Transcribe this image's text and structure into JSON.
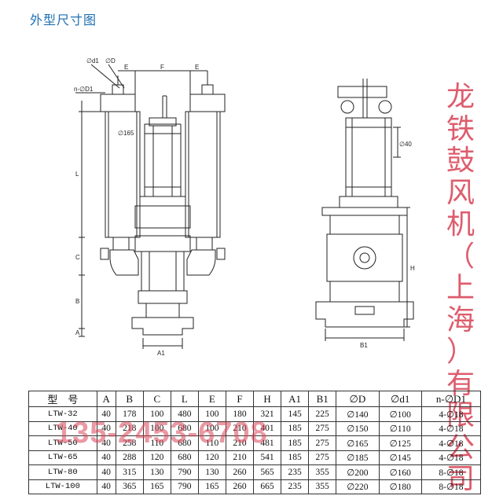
{
  "page_title": "外型尺寸图",
  "watermark": {
    "company_chars": [
      "龙",
      "铁",
      "鼓",
      "风",
      "机",
      "（",
      "上",
      "海",
      "）",
      "有",
      "限",
      "公",
      "司"
    ],
    "phone": "135-2453-6708",
    "color": "#d9475a"
  },
  "drawing_labels": {
    "d1": "∅d1",
    "D": "∅D",
    "n_D1": "n-∅D1",
    "E": "E",
    "F": "F",
    "L": "L",
    "C": "C",
    "B": "B",
    "A": "A",
    "A1": "A1",
    "B1": "B1",
    "H": "H",
    "dim_165": "∅165",
    "dim_side": "∅40"
  },
  "table": {
    "headers": [
      "型　号",
      "A",
      "B",
      "C",
      "L",
      "E",
      "F",
      "H",
      "A1",
      "B1",
      "∅D",
      "∅d1",
      "n-∅D1"
    ],
    "rows": [
      [
        "LTW-32",
        "40",
        "178",
        "100",
        "480",
        "100",
        "180",
        "321",
        "145",
        "225",
        "∅140",
        "∅100",
        "4-∅18"
      ],
      [
        "LTW-40",
        "40",
        "218",
        "100",
        "680",
        "100",
        "210",
        "401",
        "185",
        "275",
        "∅150",
        "∅110",
        "4-∅18"
      ],
      [
        "LTW-50",
        "40",
        "258",
        "110",
        "680",
        "110",
        "210",
        "481",
        "185",
        "275",
        "∅165",
        "∅125",
        "4-∅18"
      ],
      [
        "LTW-65",
        "40",
        "288",
        "120",
        "680",
        "120",
        "210",
        "541",
        "185",
        "275",
        "∅185",
        "∅145",
        "4-∅18"
      ],
      [
        "LTW-80",
        "40",
        "315",
        "130",
        "790",
        "130",
        "260",
        "565",
        "235",
        "355",
        "∅200",
        "∅160",
        "8-∅18"
      ],
      [
        "LTW-100",
        "40",
        "365",
        "165",
        "790",
        "165",
        "260",
        "665",
        "235",
        "355",
        "∅220",
        "∅180",
        "8-∅18"
      ]
    ]
  }
}
